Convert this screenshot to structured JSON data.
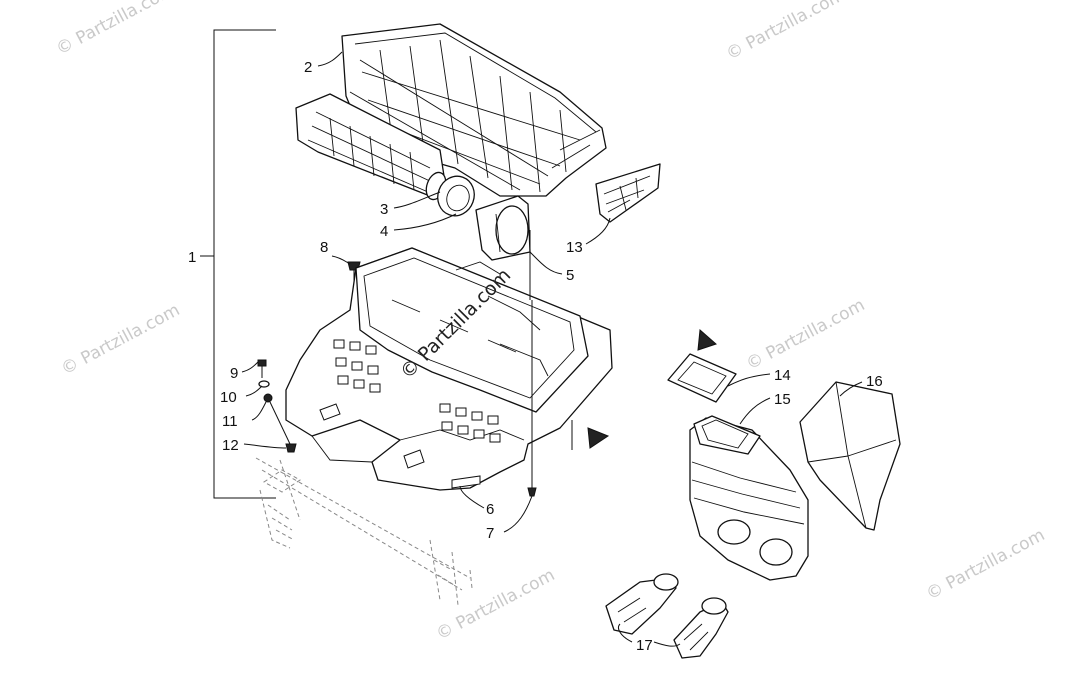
{
  "diagram": {
    "callouts": [
      {
        "id": "c1",
        "text": "1"
      },
      {
        "id": "c2",
        "text": "2"
      },
      {
        "id": "c3",
        "text": "3"
      },
      {
        "id": "c4",
        "text": "4"
      },
      {
        "id": "c5",
        "text": "5"
      },
      {
        "id": "c6",
        "text": "6"
      },
      {
        "id": "c7",
        "text": "7"
      },
      {
        "id": "c8",
        "text": "8"
      },
      {
        "id": "c9",
        "text": "9"
      },
      {
        "id": "c10",
        "text": "10"
      },
      {
        "id": "c11",
        "text": "11"
      },
      {
        "id": "c12",
        "text": "12"
      },
      {
        "id": "c13",
        "text": "13"
      },
      {
        "id": "c14",
        "text": "14"
      },
      {
        "id": "c15",
        "text": "15"
      },
      {
        "id": "c16",
        "text": "16"
      },
      {
        "id": "c17",
        "text": "17"
      }
    ],
    "watermarks": [
      "© Partzilla.com",
      "© Partzilla.com",
      "© Partzilla.com",
      "© Partzilla.com",
      "© Partzilla.com",
      "© Partzilla.com"
    ],
    "center_watermark": "© Partzilla.com"
  }
}
